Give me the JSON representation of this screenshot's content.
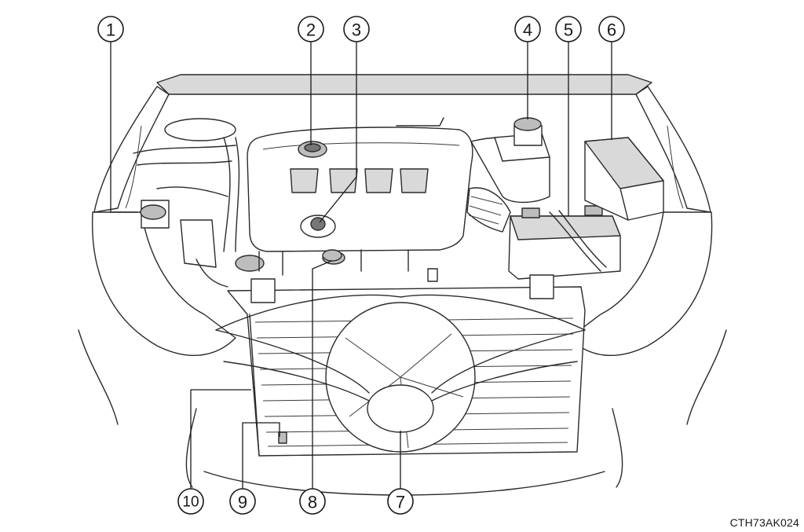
{
  "callouts": {
    "c1": "1",
    "c2": "2",
    "c3": "3",
    "c4": "4",
    "c5": "5",
    "c6": "6",
    "c7": "7",
    "c8": "8",
    "c9": "9",
    "c10": "10"
  },
  "figure_code": "CTH73AK024"
}
